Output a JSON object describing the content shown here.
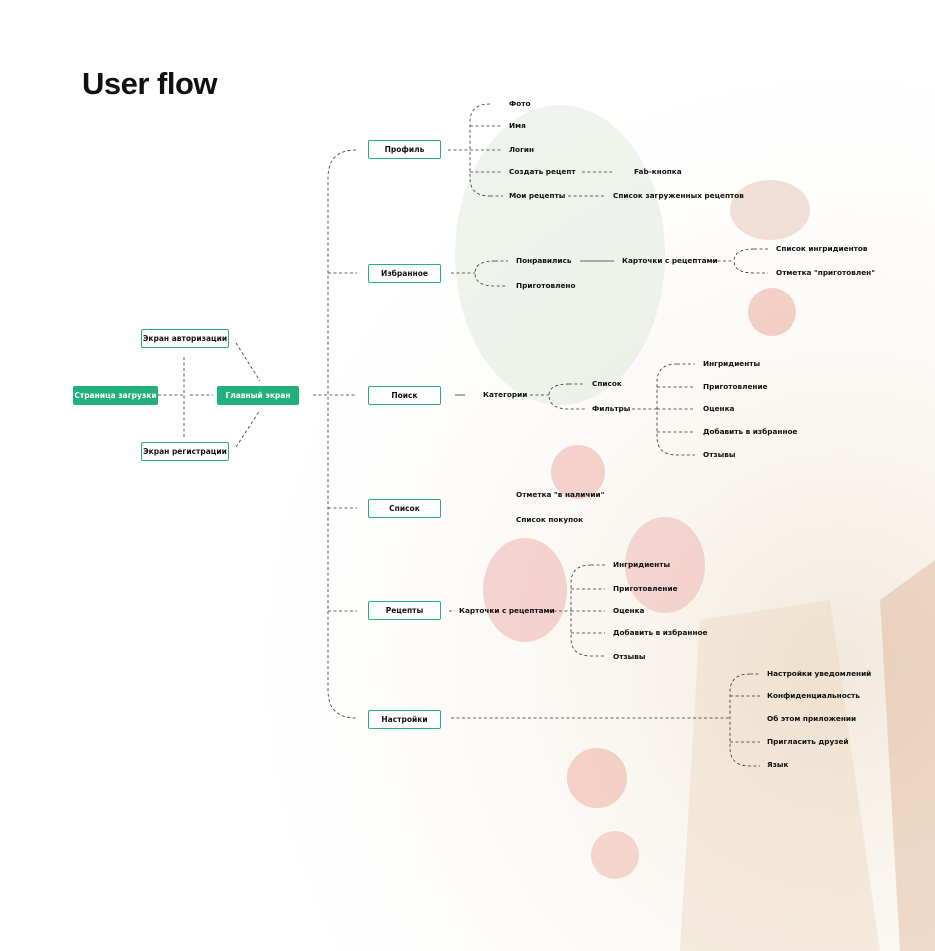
{
  "title": "User flow",
  "colors": {
    "accent": "#22b07d",
    "line": "#333333",
    "text": "#111111"
  },
  "left": {
    "loading": "Страница загрузки",
    "auth": "Экран авторизации",
    "register": "Экран регистрации",
    "main": "Главный экран"
  },
  "sections": {
    "profile": {
      "label": "Профиль",
      "items": [
        "Фото",
        "Имя",
        "Логин",
        "Создать рецепт",
        "Мои рецепты"
      ],
      "create_target": "Fab-кнопка",
      "my_target": "Список загруженных рецептов"
    },
    "favorites": {
      "label": "Избранное",
      "items": [
        "Понравились",
        "Приготовлено"
      ],
      "cards": "Карточки с рецептами",
      "card_items": [
        "Список ингридиентов",
        "Отметка \"приготовлен\""
      ]
    },
    "search": {
      "label": "Поиск",
      "categories": "Категории",
      "items": [
        "Список",
        "Фильтры"
      ],
      "filter_items": [
        "Ингридиенты",
        "Приготовление",
        "Оценка",
        "Добавить в избранное",
        "Отзывы"
      ]
    },
    "list": {
      "label": "Список",
      "items": [
        "Отметка \"в наличии\"",
        "Список покупок"
      ]
    },
    "recipes": {
      "label": "Рецепты",
      "cards": "Карточки с рецептами",
      "items": [
        "Ингридиенты",
        "Приготовление",
        "Оценка",
        "Добавить в избранное",
        "Отзывы"
      ]
    },
    "settings": {
      "label": "Настройки",
      "items": [
        "Настройки уведомлений",
        "Конфиденциальность",
        "Об этом приложении",
        "Пригласить друзей",
        "Язык"
      ]
    }
  }
}
